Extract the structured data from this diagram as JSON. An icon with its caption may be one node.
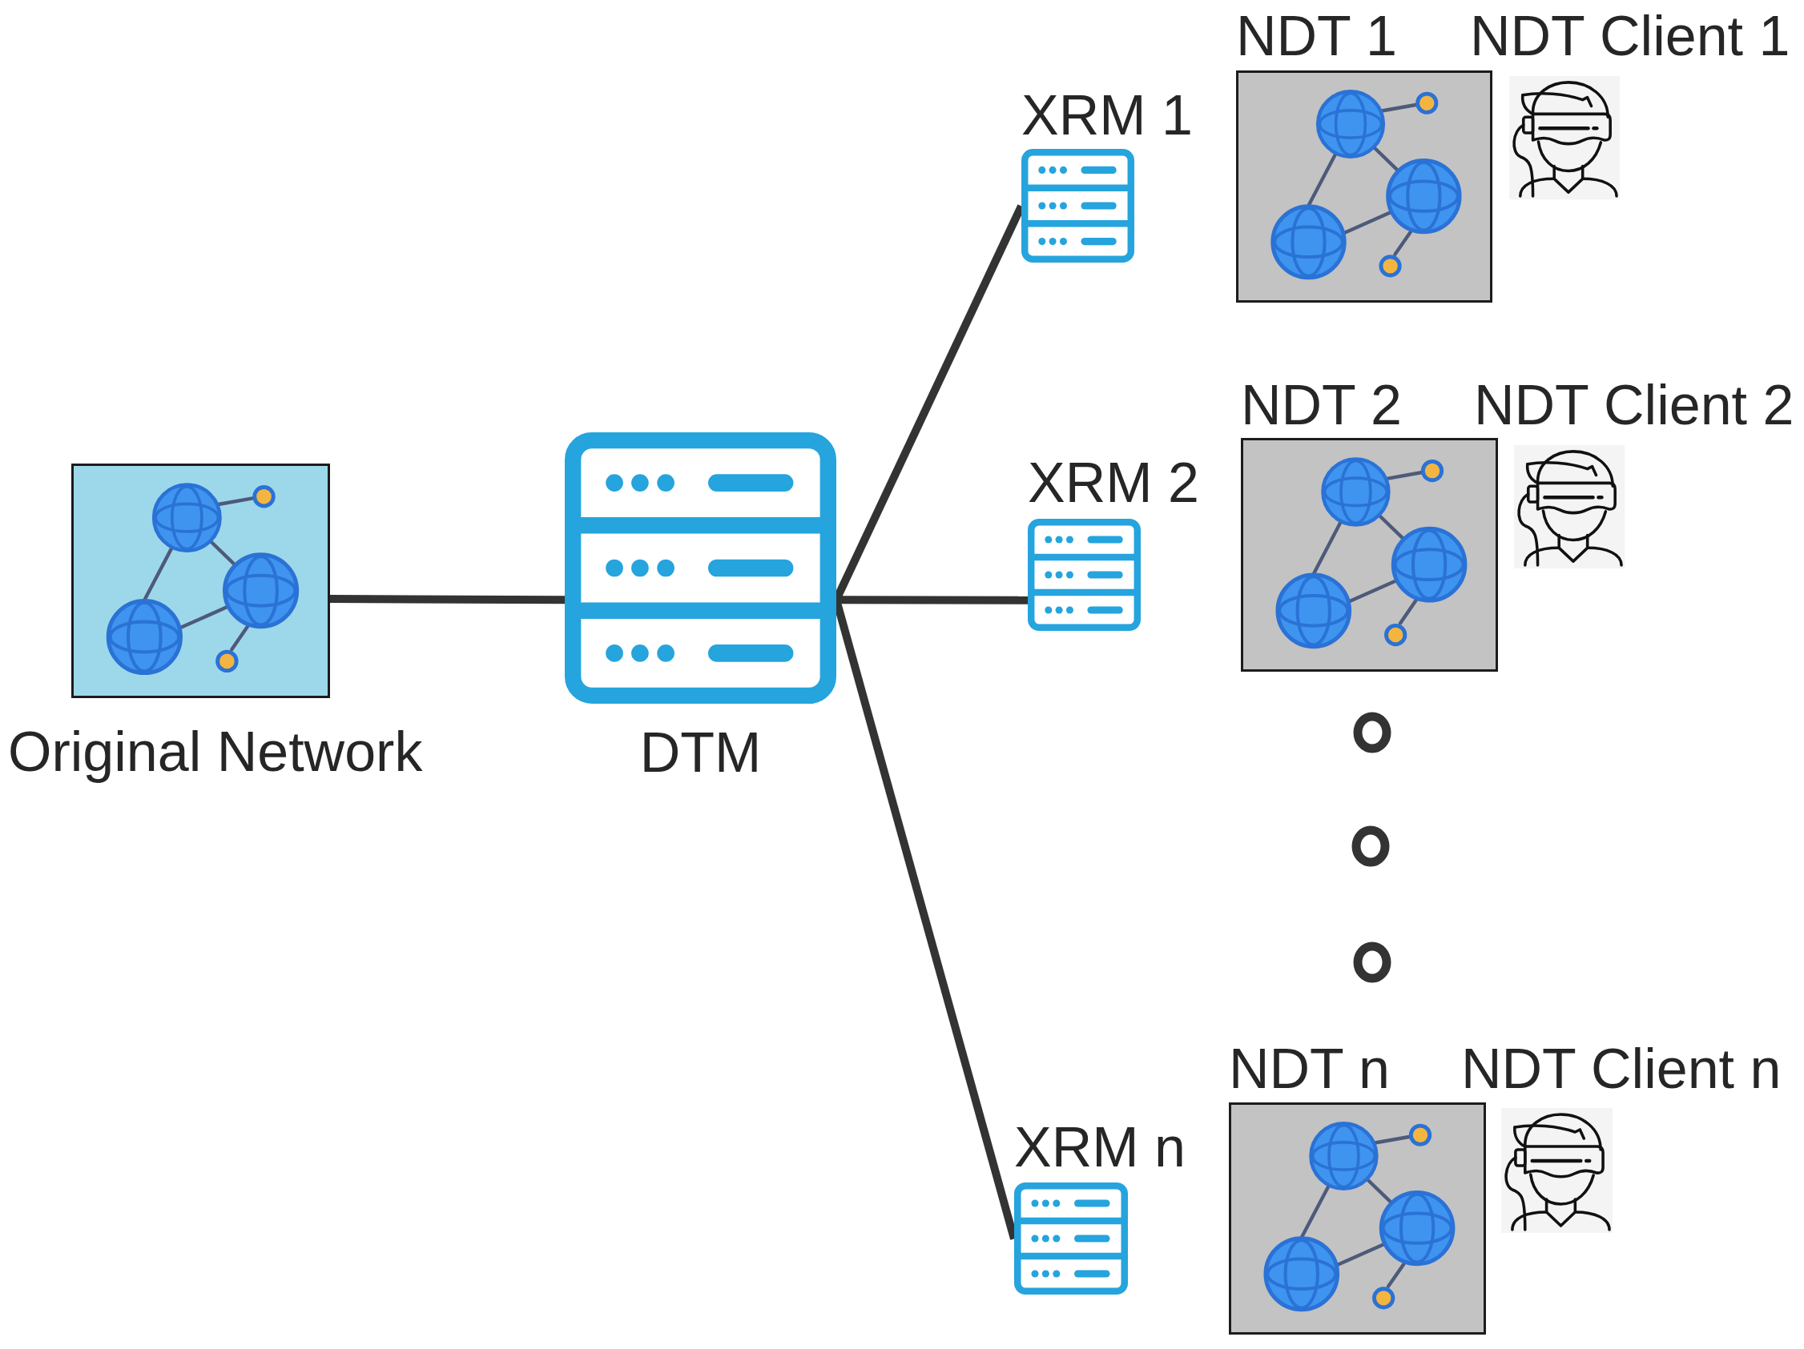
{
  "diagram": {
    "nodes": [
      {
        "text": [
          "Original Network"
        ]
      },
      {
        "text": [
          "DTM"
        ]
      },
      {
        "text": [
          "XRM 1"
        ]
      },
      {
        "text": [
          "NDT 1"
        ]
      },
      {
        "text": [
          "NDT Client 1"
        ]
      },
      {
        "text": [
          "XRM 2"
        ]
      },
      {
        "text": [
          "NDT 2"
        ]
      },
      {
        "text": [
          "NDT Client 2"
        ]
      },
      {
        "text": [
          "XRM n"
        ]
      },
      {
        "text": [
          "NDT n"
        ]
      },
      {
        "text": [
          "NDT Client n"
        ]
      }
    ],
    "edges": [
      {
        "from": 0,
        "to": 1,
        "arrow": "none"
      },
      {
        "from": 1,
        "to": 2,
        "arrow": "none"
      },
      {
        "from": 1,
        "to": 5,
        "arrow": "none"
      },
      {
        "from": 1,
        "to": 8,
        "arrow": "none"
      }
    ]
  }
}
